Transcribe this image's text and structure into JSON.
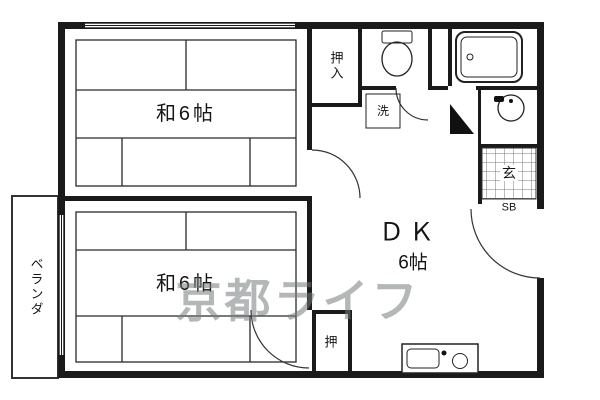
{
  "rooms": {
    "washitsu_top": "和6帖",
    "washitsu_bottom": "和6帖",
    "dk": "ＤＫ",
    "dk_size": "6帖",
    "closet_top": "押入",
    "closet_bottom": "押",
    "laundry": "洗",
    "entrance": "玄",
    "shoebox": "SB",
    "veranda": "ベランダ"
  },
  "watermark": "京都ライフ",
  "colors": {
    "wall": "#1a1a1a",
    "line": "#2a2a2a",
    "hatch": "#777777",
    "watermark_gray": "#767c7c",
    "background": "#ffffff"
  }
}
